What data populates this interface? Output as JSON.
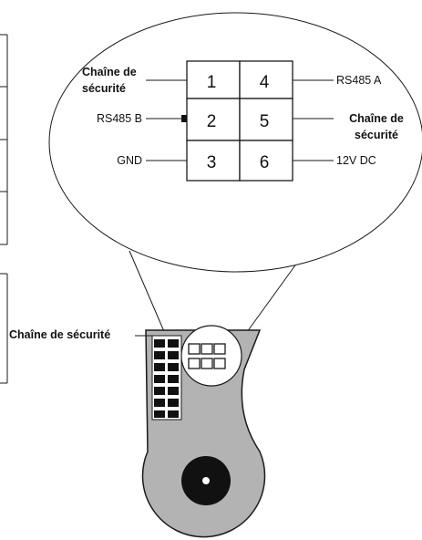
{
  "connector": {
    "pins": [
      {
        "number": "1",
        "label_line1": "Chaîne de",
        "label_line2": "sécurité"
      },
      {
        "number": "2",
        "label": "RS485 B"
      },
      {
        "number": "3",
        "label": "GND"
      },
      {
        "number": "4",
        "label": "RS485 A"
      },
      {
        "number": "5",
        "label_line1": "Chaîne de",
        "label_line2": "sécurité"
      },
      {
        "number": "6",
        "label": "12V DC"
      }
    ]
  },
  "board": {
    "label": "Chaîne de sécurité",
    "colors": {
      "board_fill": "#b3b3b3",
      "outline": "#1a1a1a",
      "terminal": "#111111",
      "hole": "#111111"
    }
  }
}
